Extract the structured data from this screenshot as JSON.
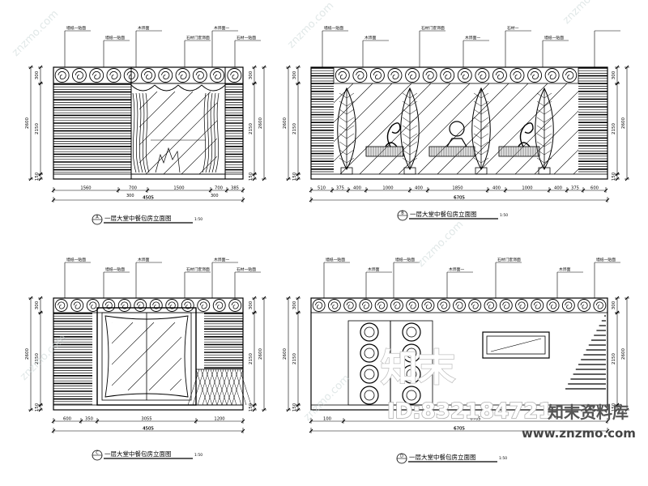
{
  "elevations": [
    {
      "id": "A",
      "title": "一层大堂中餐包房立面图",
      "scale": "1:50",
      "callouts": [
        "墙纸一贴面",
        "墙纸一贴面",
        "木饰面",
        "石材门套饰面",
        "木饰面一",
        "石材一贴面"
      ],
      "height_dims": [
        "300",
        "2150",
        "150"
      ],
      "total_height": "2600",
      "bottom_dims": [
        "1560",
        "700",
        "1500",
        "700",
        "385"
      ],
      "sub_dims": [
        "300",
        "300"
      ],
      "total_width": "4505"
    },
    {
      "id": "B",
      "title": "一层大堂中餐包房立面图",
      "scale": "1:50",
      "callouts": [
        "墙纸一贴面",
        "木饰面",
        "石材门套饰面",
        "木饰面一",
        "石材一",
        "墙纸一贴面"
      ],
      "height_dims": [
        "300",
        "2150",
        "150"
      ],
      "total_height": "2600",
      "bottom_dims": [
        "510",
        "375",
        "400",
        "1000",
        "400",
        "1850",
        "400",
        "1000",
        "400",
        "375",
        "600"
      ],
      "total_width": "6705"
    },
    {
      "id": "C",
      "title": "一层大堂中餐包房立面图",
      "scale": "1:50",
      "callouts": [
        "墙纸一贴面",
        "墙纸一贴面",
        "木饰面",
        "石材门套饰面",
        "木饰面一",
        "石材一贴面"
      ],
      "height_dims": [
        "300",
        "2150",
        "150"
      ],
      "total_height": "2600",
      "bottom_dims": [
        "600",
        "350",
        "3055",
        "1200"
      ],
      "total_width": "4505"
    },
    {
      "id": "D",
      "title": "一层大堂中餐包房立面图",
      "scale": "1:50",
      "callouts": [
        "墙纸一贴面",
        "木饰面",
        "墙纸一贴面",
        "木饰面一",
        "石材门套饰面",
        "木饰面",
        "墙纸一贴面"
      ],
      "height_dims": [
        "300",
        "2150",
        "150"
      ],
      "total_height": "2600",
      "bottom_dims": [
        "100",
        "6705"
      ],
      "total_width": "6705"
    }
  ],
  "watermark": {
    "brand": "知末",
    "id_text": "ID:832184721",
    "site_label": "知末资料库",
    "url": "www.znzmo.com",
    "diag_text": "znzmo.com"
  }
}
